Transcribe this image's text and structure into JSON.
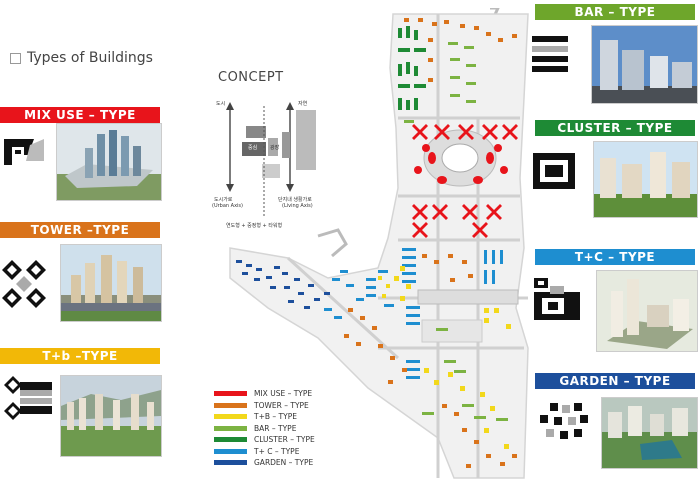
{
  "header": {
    "types_title": "Types of Buildings",
    "concept_title": "CONCEPT"
  },
  "types": [
    {
      "key": "mix_use",
      "label": "MIX USE – TYPE",
      "color": "#e8141b",
      "icon": "mix-use-block-icon"
    },
    {
      "key": "tower",
      "label": "TOWER –TYPE",
      "color": "#d9731b",
      "icon": "tower-diamonds-icon"
    },
    {
      "key": "t_b",
      "label": "T+b –TYPE",
      "color": "#f2b807",
      "icon": "t-plus-b-icon"
    },
    {
      "key": "bar",
      "label": "BAR – TYPE",
      "color": "#6ea62b",
      "icon": "bar-stripes-icon"
    },
    {
      "key": "cluster",
      "label": "CLUSTER – TYPE",
      "color": "#1e8a35",
      "icon": "cluster-square-icon"
    },
    {
      "key": "t_c",
      "label": "T+C – TYPE",
      "color": "#1e8ed0",
      "icon": "t-plus-c-icon"
    },
    {
      "key": "garden",
      "label": "GARDEN – TYPE",
      "color": "#1d4f9c",
      "icon": "garden-pixels-icon"
    }
  ],
  "legend": [
    {
      "label": "MIX USE – TYPE",
      "color": "#e8141b"
    },
    {
      "label": "TOWER – TYPE",
      "color": "#d9731b"
    },
    {
      "label": "T+B – TYPE",
      "color": "#f2d81b"
    },
    {
      "label": "BAR – TYPE",
      "color": "#7cb342"
    },
    {
      "label": "CLUSTER – TYPE",
      "color": "#1e8a35"
    },
    {
      "label": "T+ C – TYPE",
      "color": "#1e8ed0"
    },
    {
      "label": "GARDEN – TYPE",
      "color": "#1d4f9c"
    }
  ],
  "concept_diagram": {
    "left_top": "도시",
    "right_top": "자연",
    "left_label_1": "도시가로",
    "left_label_2": "(Urban Axis)",
    "center_label_1": "중심",
    "center_label_2": "광장",
    "right_label_1": "단지내 생활가로",
    "right_label_2": "(Living Axis)",
    "bottom_row": "연도형 + 중정형 + 타워형"
  }
}
